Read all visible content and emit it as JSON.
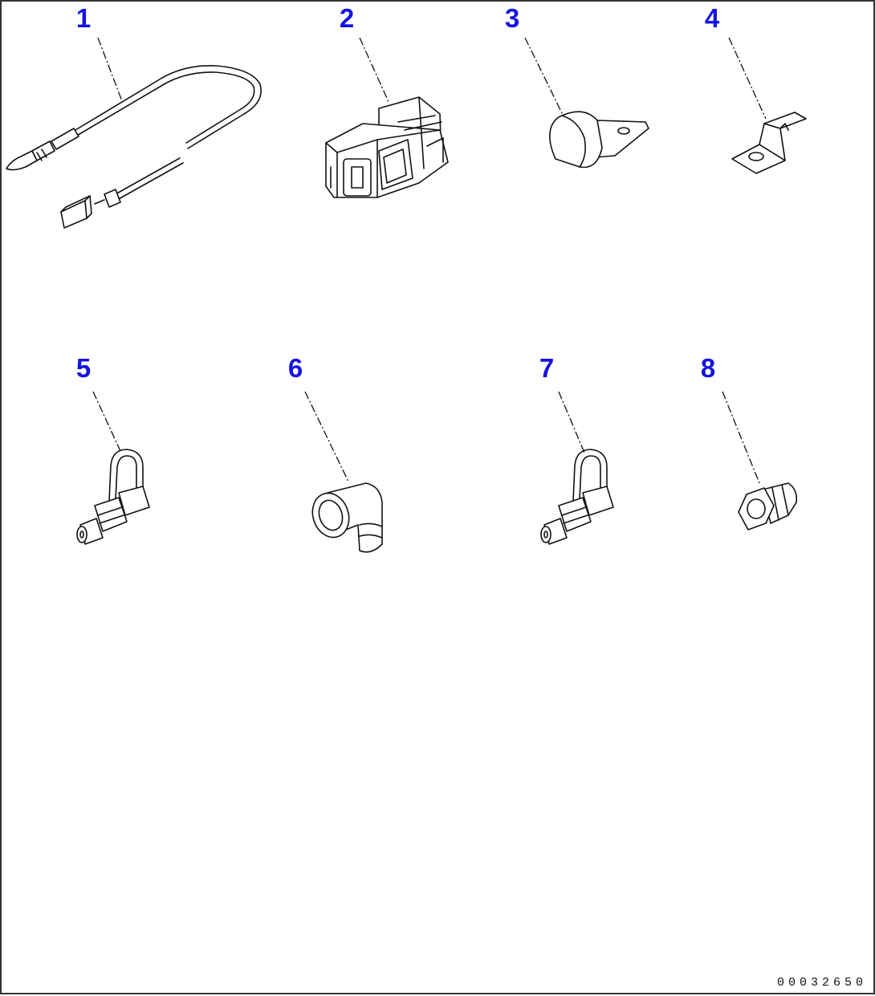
{
  "parts": [
    {
      "number": "1",
      "icon": "temperature-sensor-harness-icon"
    },
    {
      "number": "2",
      "icon": "connector-icon"
    },
    {
      "number": "3",
      "icon": "clip-icon"
    },
    {
      "number": "4",
      "icon": "bracket-icon"
    },
    {
      "number": "5",
      "icon": "sensor-clamp-icon"
    },
    {
      "number": "6",
      "icon": "elbow-icon"
    },
    {
      "number": "7",
      "icon": "sensor-clamp-icon"
    },
    {
      "number": "8",
      "icon": "nut-icon"
    }
  ],
  "drawing_number": "00032650"
}
